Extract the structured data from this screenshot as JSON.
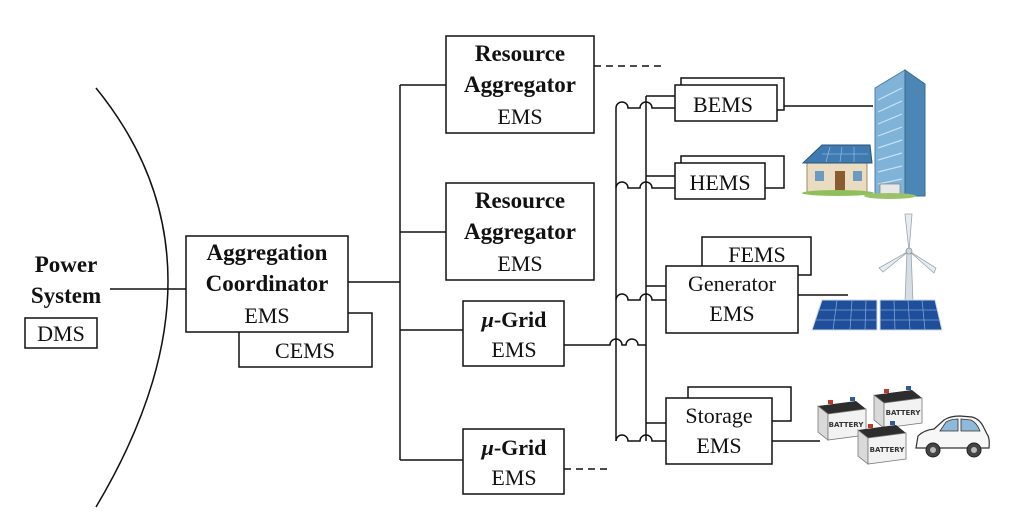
{
  "power_system": {
    "line1": "Power",
    "line2": "System",
    "dms": "DMS"
  },
  "aggregation": {
    "line1": "Aggregation",
    "line2": "Coordinator",
    "line3": "EMS",
    "cems": "CEMS"
  },
  "ra1": {
    "line1": "Resource",
    "line2": "Aggregator",
    "line3": "EMS"
  },
  "ra2": {
    "line1": "Resource",
    "line2": "Aggregator",
    "line3": "EMS"
  },
  "grid1": {
    "mu": "μ",
    "dash_grid": "-Grid",
    "ems": "EMS"
  },
  "grid2": {
    "mu": "μ",
    "dash_grid": "-Grid",
    "ems": "EMS"
  },
  "bems": "BEMS",
  "hems": "HEMS",
  "fems": "FEMS",
  "generator": {
    "line1": "Generator",
    "line2": "EMS"
  },
  "storage": {
    "line1": "Storage",
    "line2": "EMS"
  },
  "battery_label": "BATTERY",
  "icons": [
    "office-building-icon",
    "house-icon",
    "wind-turbine-icon",
    "solar-panel-icon",
    "battery-icon",
    "car-icon"
  ]
}
